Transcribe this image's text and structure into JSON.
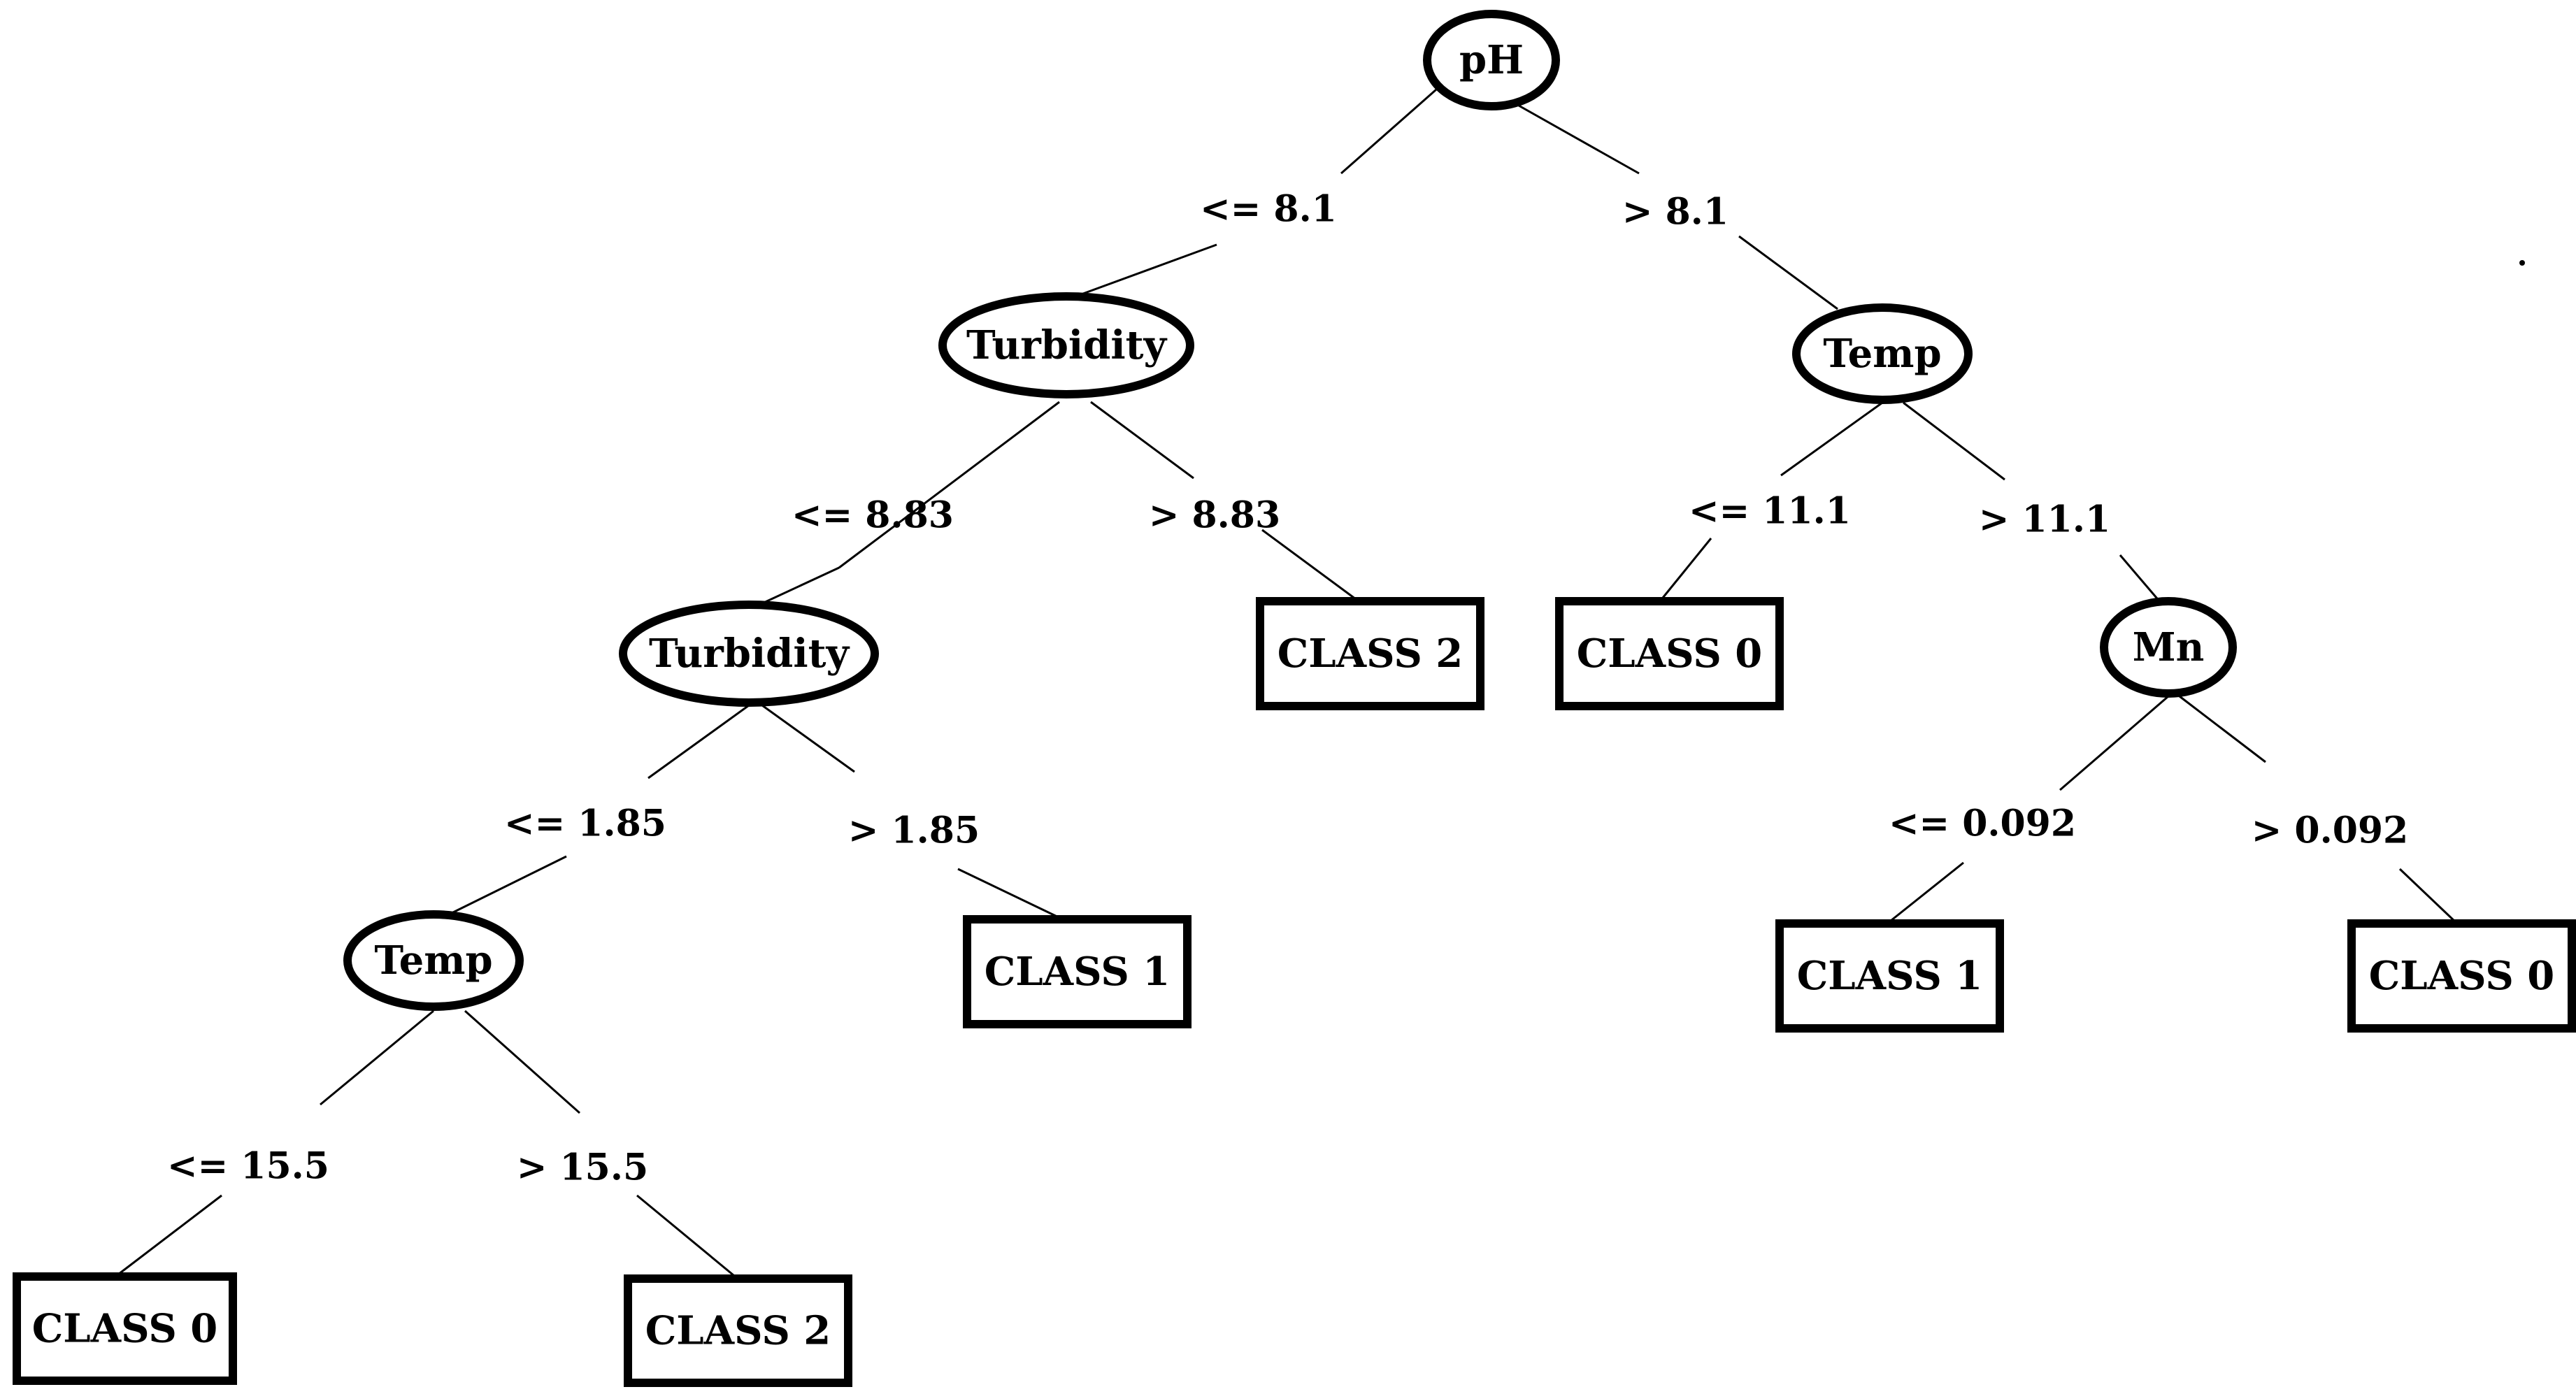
{
  "diagram": {
    "type": "decision-tree",
    "root": {
      "kind": "decision",
      "label": "pH",
      "children": [
        {
          "edge": "<= 8.1",
          "node": {
            "kind": "decision",
            "label": "Turbidity",
            "children": [
              {
                "edge": "<= 8.83",
                "node": {
                  "kind": "decision",
                  "label": "Turbidity",
                  "children": [
                    {
                      "edge": "<= 1.85",
                      "node": {
                        "kind": "decision",
                        "label": "Temp",
                        "children": [
                          {
                            "edge": "<= 15.5",
                            "node": {
                              "kind": "leaf",
                              "label": "CLASS 0"
                            }
                          },
                          {
                            "edge": "> 15.5",
                            "node": {
                              "kind": "leaf",
                              "label": "CLASS 2"
                            }
                          }
                        ]
                      }
                    },
                    {
                      "edge": "> 1.85",
                      "node": {
                        "kind": "leaf",
                        "label": "CLASS 1"
                      }
                    }
                  ]
                }
              },
              {
                "edge": "> 8.83",
                "node": {
                  "kind": "leaf",
                  "label": "CLASS 2"
                }
              }
            ]
          }
        },
        {
          "edge": "> 8.1",
          "node": {
            "kind": "decision",
            "label": "Temp",
            "children": [
              {
                "edge": "<= 11.1",
                "node": {
                  "kind": "leaf",
                  "label": "CLASS 0"
                }
              },
              {
                "edge": "> 11.1",
                "node": {
                  "kind": "decision",
                  "label": "Mn",
                  "children": [
                    {
                      "edge": "<= 0.092",
                      "node": {
                        "kind": "leaf",
                        "label": "CLASS 1"
                      }
                    },
                    {
                      "edge": "> 0.092",
                      "node": {
                        "kind": "leaf",
                        "label": "CLASS 0"
                      }
                    }
                  ]
                }
              }
            ]
          }
        }
      ]
    }
  }
}
